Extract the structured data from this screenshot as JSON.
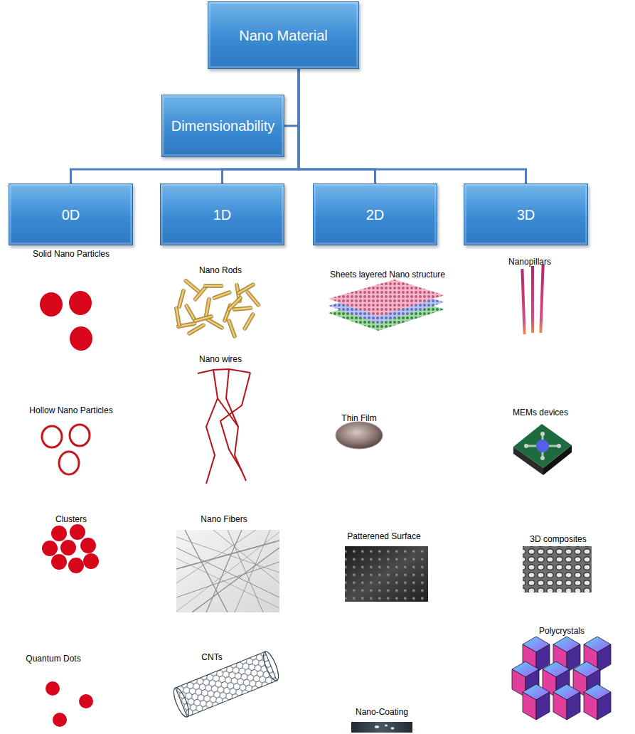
{
  "diagram": {
    "nodes": [
      {
        "text": [
          "Nano Material"
        ]
      },
      {
        "text": [
          "Dimensionability"
        ]
      },
      {
        "text": [
          "0D"
        ]
      },
      {
        "text": [
          "1D"
        ]
      },
      {
        "text": [
          "2D"
        ]
      },
      {
        "text": [
          "3D"
        ]
      }
    ],
    "edges": [
      {
        "from": 0,
        "to": 1,
        "arrow": "none"
      },
      {
        "from": 0,
        "to": 2,
        "arrow": "none"
      },
      {
        "from": 0,
        "to": 3,
        "arrow": "none"
      },
      {
        "from": 0,
        "to": 4,
        "arrow": "none"
      },
      {
        "from": 0,
        "to": 5,
        "arrow": "none"
      }
    ],
    "labels": [
      "Solid Nano Particles",
      "Nano Rods",
      "Sheets layered Nano structure",
      "Nanopillars",
      "Nano wires",
      "Hollow Nano Particles",
      "Thin Film",
      "MEMs devices",
      "Clusters",
      "Nano Fibers",
      "Patterened Surface",
      "3D composites",
      "Quantum Dots",
      "CNTs",
      "Nano-Coating",
      "Polycrystals"
    ]
  }
}
